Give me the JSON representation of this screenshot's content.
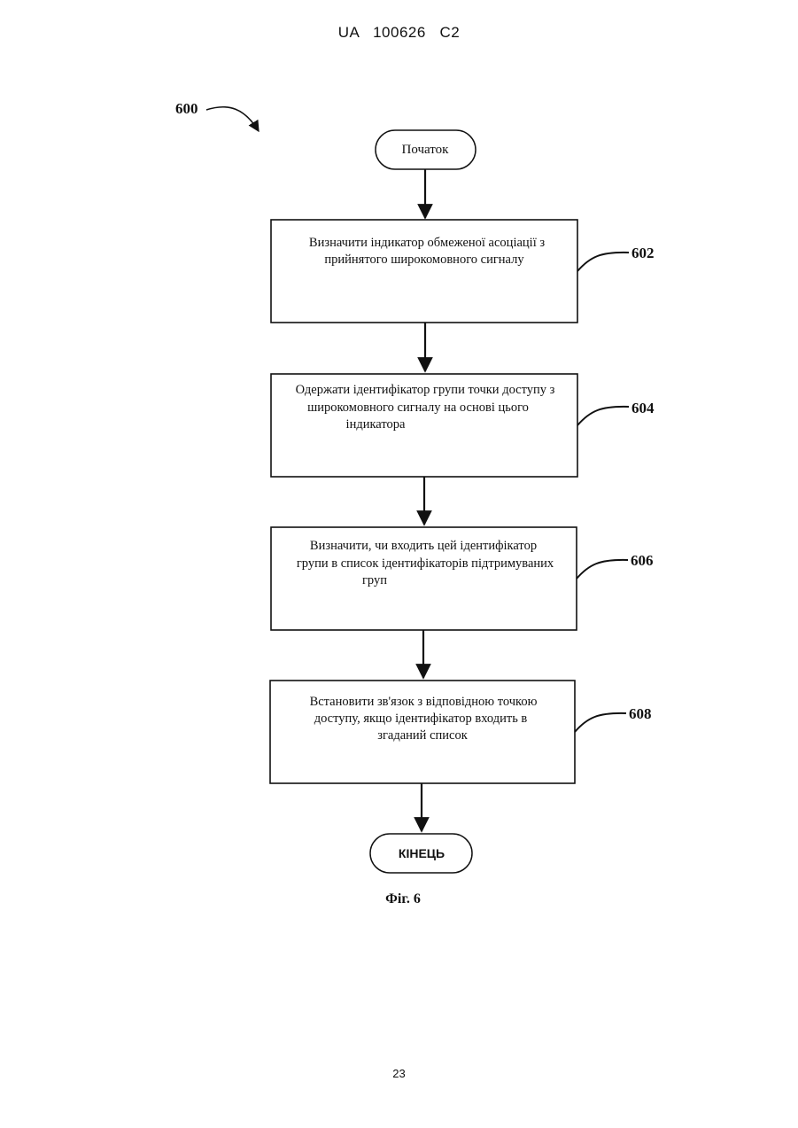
{
  "header": {
    "patent_id": "UA   100626   C2"
  },
  "diagram": {
    "ref_label": "600",
    "start": "Початок",
    "end": "КІНЕЦЬ",
    "steps": [
      {
        "ref": "602",
        "lines": [
          "Визначити індикатор обмеженої асоціації з",
          "прийнятого широкомовного сигналу"
        ]
      },
      {
        "ref": "604",
        "lines": [
          "Одержати ідентифікатор групи точки доступу з",
          "широкомовного сигналу на основі цього",
          "індикатора"
        ]
      },
      {
        "ref": "606",
        "lines": [
          "Визначити, чи входить цей ідентифікатор",
          "групи в список ідентифікаторів підтримуваних",
          "груп"
        ]
      },
      {
        "ref": "608",
        "lines": [
          "Встановити зв'язок з відповідною точкою",
          "доступу, якщо ідентифікатор входить в",
          "згаданий список"
        ]
      }
    ]
  },
  "figure": {
    "caption": "Фіг. 6"
  },
  "footer": {
    "page_number": "23"
  }
}
